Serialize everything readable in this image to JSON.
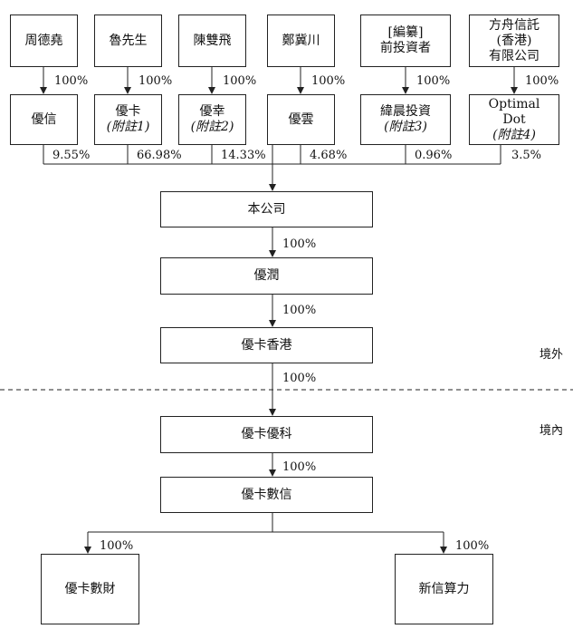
{
  "shareholders": {
    "s1": "周德堯",
    "s2": "魯先生",
    "s3": "陳雙飛",
    "s4": "鄭冀川",
    "s5_line1": "[編纂]",
    "s5_line2": "前投資者",
    "s6_line1": "方舟信託",
    "s6_line2": "(香港)",
    "s6_line3": "有限公司"
  },
  "holding": {
    "h1": "優信",
    "h2_name": "優卡",
    "h2_note": "(附註1)",
    "h3_name": "優幸",
    "h3_note": "(附註2)",
    "h4": "優雲",
    "h5_name": "緯晨投資",
    "h5_note": "(附註3)",
    "h6_line1": "Optimal",
    "h6_line2": "Dot",
    "h6_note": "(附註4)"
  },
  "ownership_100": "100%",
  "stakes": [
    "9.55%",
    "66.98%",
    "14.33%",
    "4.68%",
    "0.96%",
    "3.5%"
  ],
  "chain": {
    "company": "本公司",
    "youren": "優潤",
    "youka_hk": "優卡香港",
    "youka_youke": "優卡優科",
    "youka_shuxin": "優卡數信",
    "youka_shucai": "優卡數財",
    "xinxin_suanli": "新信算力"
  },
  "regions": {
    "offshore": "境外",
    "onshore": "境內"
  },
  "colors": {
    "line": "#222222",
    "background": "#ffffff"
  }
}
